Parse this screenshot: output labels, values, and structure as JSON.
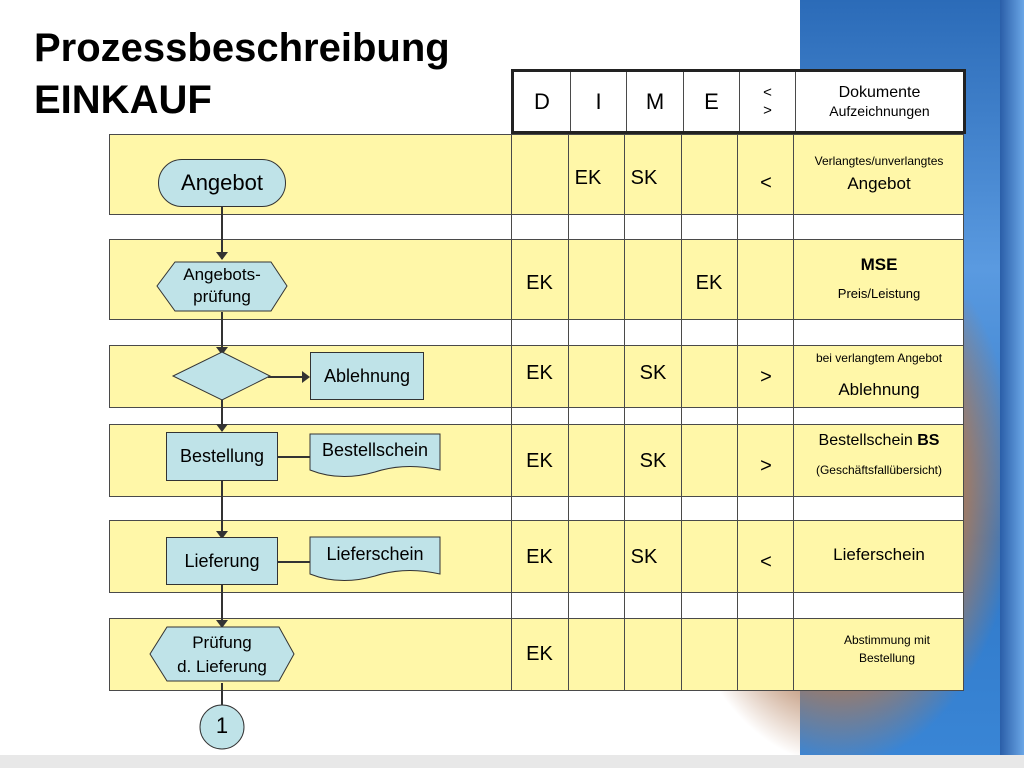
{
  "title_line1": "Prozessbeschreibung",
  "title_line2": "EINKAUF",
  "header": {
    "d": "D",
    "i": "I",
    "m": "M",
    "e": "E",
    "arrows_top": "<",
    "arrows_bottom": ">",
    "docs_line1": "Dokumente",
    "docs_line2": "Aufzeichnungen"
  },
  "rows": [
    {
      "i": "EK",
      "m": "SK",
      "arrow": "<",
      "doc_small": "Verlangtes/unverlangtes",
      "doc_main": "Angebot"
    },
    {
      "d": "EK",
      "e": "EK",
      "doc_bold": "MSE",
      "doc_small": "Preis/Leistung"
    },
    {
      "d": "EK",
      "m": "SK",
      "arrow": ">",
      "doc_small": "bei verlangtem Angebot",
      "doc_main": "Ablehnung"
    },
    {
      "d": "EK",
      "m": "SK",
      "arrow": ">",
      "doc_main": "Bestellschein ",
      "doc_bold": "BS",
      "doc_small": "(Geschäftsfallübersicht)"
    },
    {
      "d": "EK",
      "m": "SK",
      "arrow": "<",
      "doc_main": "Lieferschein"
    },
    {
      "d": "EK",
      "doc_small_1": "Abstimmung mit",
      "doc_small_2": "Bestellung"
    }
  ],
  "flow": {
    "angebot": "Angebot",
    "angebotspruefung_1": "Angebots-",
    "angebotspruefung_2": "prüfung",
    "ablehnung": "Ablehnung",
    "bestellung": "Bestellung",
    "bestellschein": "Bestellschein",
    "lieferung": "Lieferung",
    "lieferschein": "Lieferschein",
    "pruefung_1": "Prüfung",
    "pruefung_2": "d. Lieferung",
    "connector": "1"
  }
}
